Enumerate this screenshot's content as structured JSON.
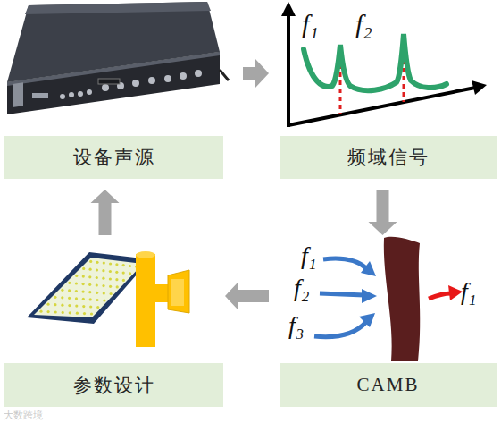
{
  "diagram": {
    "nodes": [
      {
        "text": [
          "设备声源"
        ]
      },
      {
        "text": [
          "频域信号"
        ]
      },
      {
        "text": [
          "CAMB"
        ]
      },
      {
        "text": [
          "参数设计"
        ]
      }
    ],
    "edges": [
      {
        "from": 0,
        "to": 1,
        "arrow": "to"
      },
      {
        "from": 1,
        "to": 2,
        "arrow": "to"
      },
      {
        "from": 2,
        "to": 3,
        "arrow": "to"
      },
      {
        "from": 3,
        "to": 0,
        "arrow": "to"
      }
    ],
    "labels": [
      "f₁",
      "f₂",
      "f₁",
      "f₂",
      "f₃",
      "f₁",
      "大数跨境"
    ]
  }
}
